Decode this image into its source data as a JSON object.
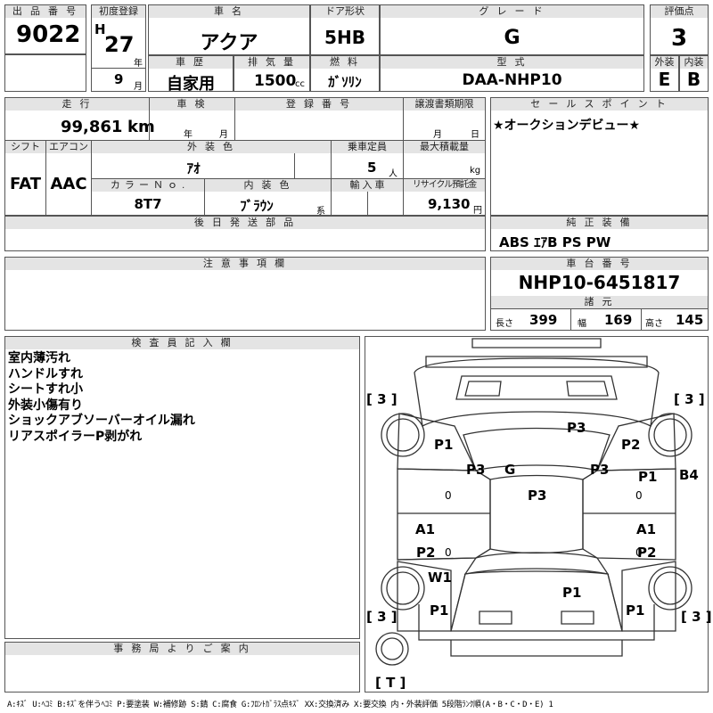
{
  "lot": {
    "label": "出 品 番 号",
    "value": "9022"
  },
  "first_reg": {
    "label": "初度登録",
    "era": "H",
    "year": "27",
    "year_unit": "年",
    "month": "9",
    "month_unit": "月"
  },
  "car_name": {
    "label": "車 名",
    "value": "アクア"
  },
  "door": {
    "label": "ドア形状",
    "value": "5HB"
  },
  "grade": {
    "label": "グ レ ー ド",
    "value": "G"
  },
  "score": {
    "label": "評価点",
    "value": "3"
  },
  "history": {
    "label": "車 歴",
    "value": "自家用"
  },
  "displacement": {
    "label": "排 気 量",
    "value": "1500",
    "unit": "cc"
  },
  "fuel": {
    "label": "燃 料",
    "value": "ｶﾞｿﾘﾝ"
  },
  "model": {
    "label": "型 式",
    "value": "DAA-NHP10"
  },
  "exterior_grade": {
    "label": "外装",
    "value": "E"
  },
  "interior_grade": {
    "label": "内装",
    "value": "B"
  },
  "mileage": {
    "label": "走 行",
    "value": "99,861",
    "unit": "km"
  },
  "inspection": {
    "label": "車 検",
    "year_unit": "年",
    "month_unit": "月"
  },
  "registration": {
    "label": "登 録 番 号"
  },
  "transfer": {
    "label": "譲渡書類期限",
    "month_unit": "月",
    "day_unit": "日"
  },
  "shift": {
    "label": "シフト",
    "value": "FAT"
  },
  "aircon": {
    "label": "エアコン",
    "value": "AAC"
  },
  "ext_color": {
    "label": "外 装 色",
    "value": "ｱｵ"
  },
  "capacity": {
    "label": "乗車定員",
    "value": "5",
    "unit": "人"
  },
  "max_load": {
    "label": "最大積載量",
    "unit": "kg"
  },
  "color_no": {
    "label": "カ ラ ー Ｎ ｏ .",
    "value": "8T7"
  },
  "int_color": {
    "label": "内 装 色",
    "value": "ﾌﾞﾗｳﾝ",
    "unit": "系"
  },
  "import": {
    "label": "輸 入 車"
  },
  "recycle": {
    "label": "リサイクル預託金",
    "value": "9,130",
    "unit": "円"
  },
  "later_parts": {
    "label": "後 日 発 送 部 品"
  },
  "sales_point": {
    "label": "セ ー ル ス ポ イ ン ト",
    "value": "★オークションデビュー★"
  },
  "genuine_equipment": {
    "label": "純 正 装 備",
    "value": "ABS ｴｱB PS PW"
  },
  "notes": {
    "label": "注 意 事 項 欄"
  },
  "chassis": {
    "label": "車 台 番 号",
    "value": "NHP10-6451817"
  },
  "specs": {
    "label": "諸 元",
    "length_label": "長さ",
    "length": "399",
    "width_label": "幅",
    "width": "169",
    "height_label": "高さ",
    "height": "145"
  },
  "inspector": {
    "label": "検 査 員 記 入 欄",
    "lines": [
      "室内薄汚れ",
      "ハンドルすれ",
      "シートすれ小",
      "外装小傷有り",
      "ショックアブソーバーオイル漏れ",
      "リアスポイラーP剥がれ"
    ]
  },
  "office": {
    "label": "事 務 局 よ り ご 案 内"
  },
  "diagram": {
    "tires": {
      "fl": "[ 3 ]",
      "fr": "[ 3 ]",
      "rl": "[ 3 ]",
      "rr": "[ 3 ]",
      "spare": "[ T ]"
    },
    "marks": {
      "hood": "P3",
      "fl_fender": "P1",
      "fr_fender": "P2",
      "fl_pillar": "P3",
      "fr_pillar": "P3",
      "windshield": "G",
      "roof": "P3",
      "fr_door": "P1",
      "fr_bumper_side": "B4",
      "fl_door_zero": "0",
      "fr_door_zero": "0",
      "rl_door_a": "A1",
      "rl_door_p": "P2",
      "rr_door_a": "A1",
      "rr_door_p": "P2",
      "rl_door_zero": "0",
      "rr_door_zero": "0",
      "rl_wheel": "W1",
      "rl_quarter": "P1",
      "rr_quarter": "P1",
      "trunk": "P1"
    }
  },
  "legend": "A:ｷｽﾞ U:ﾍｺﾐ B:ｷｽﾞを伴うﾍｺﾐ P:要塗装 W:補修跡 S:錆 C:腐食 G:ﾌﾛﾝﾄｶﾞﾗｽ点ｷｽﾞ XX:交換済み X:要交換  内・外装評価 5段階ﾗﾝｸ順(A・B・C・D・E) 1"
}
